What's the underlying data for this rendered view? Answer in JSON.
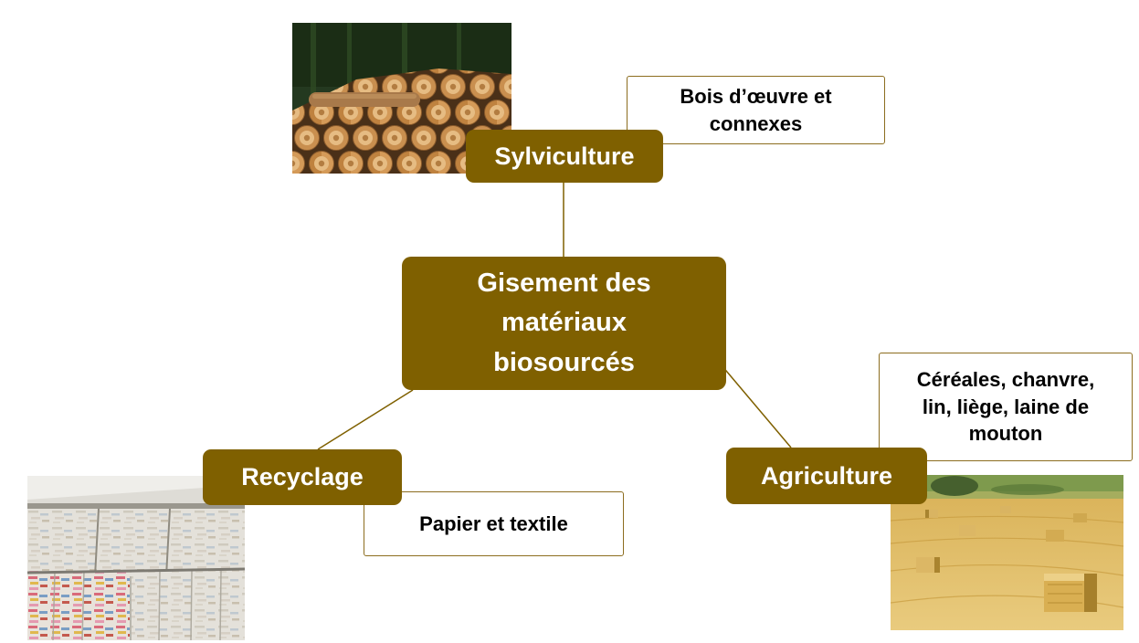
{
  "title": "Gisement des matériaux biosourcés",
  "branches": {
    "sylviculture": {
      "label": "Sylviculture",
      "callout": "Bois d’œuvre et connexes"
    },
    "recyclage": {
      "label": "Recyclage",
      "callout": "Papier et textile"
    },
    "agriculture": {
      "label": "Agriculture",
      "callout": "Céréales, chanvre, lin, liège, laine de mouton"
    }
  },
  "images": {
    "logs": "stacked-timber-logs-photo",
    "paper": "recycled-paper-bales-photo",
    "hay": "harvested-field-straw-bales-photo"
  },
  "colors": {
    "node_fill": "#7F6000",
    "node_text": "#FFFFFF",
    "callout_border": "#8C6D1F",
    "callout_text": "#000000",
    "connector": "#7F6000",
    "background": "#FFFFFF"
  }
}
